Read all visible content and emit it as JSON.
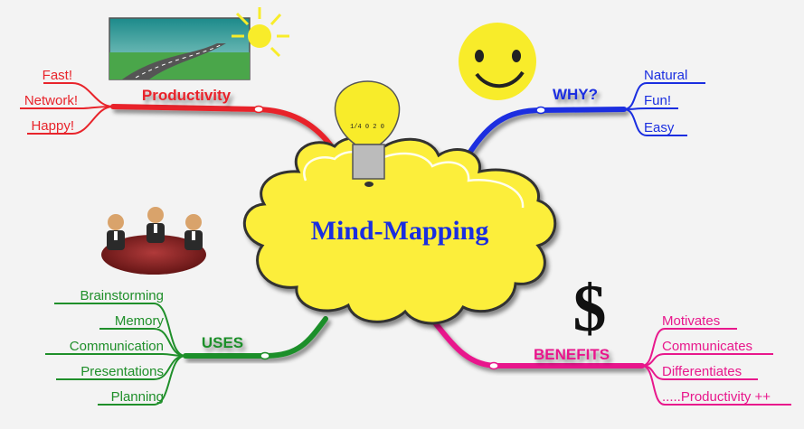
{
  "center": {
    "title": "Mind-Mapping"
  },
  "branches": {
    "productivity": {
      "title": "Productivity",
      "color": "#e8242b",
      "items": [
        "Fast!",
        "Network!",
        "Happy!"
      ]
    },
    "why": {
      "title": "WHY?",
      "color": "#1a2ee0",
      "items": [
        "Natural",
        "Fun!",
        "Easy"
      ]
    },
    "uses": {
      "title": "USES",
      "color": "#1f8f2a",
      "items": [
        "Brainstorming",
        "Memory",
        "Communication",
        "Presentations",
        "Planning"
      ]
    },
    "benefits": {
      "title": "BENEFITS",
      "color": "#e8188c",
      "items": [
        "Motivates",
        "Communicates",
        "Differentiates",
        ".....Productivity ++"
      ]
    }
  },
  "decorations": {
    "bulb_text": "1/4 0 2 0"
  },
  "icons": [
    "road-sun-icon",
    "smiley-icon",
    "lightbulb-icon",
    "people-table-icon",
    "dollar-icon"
  ]
}
